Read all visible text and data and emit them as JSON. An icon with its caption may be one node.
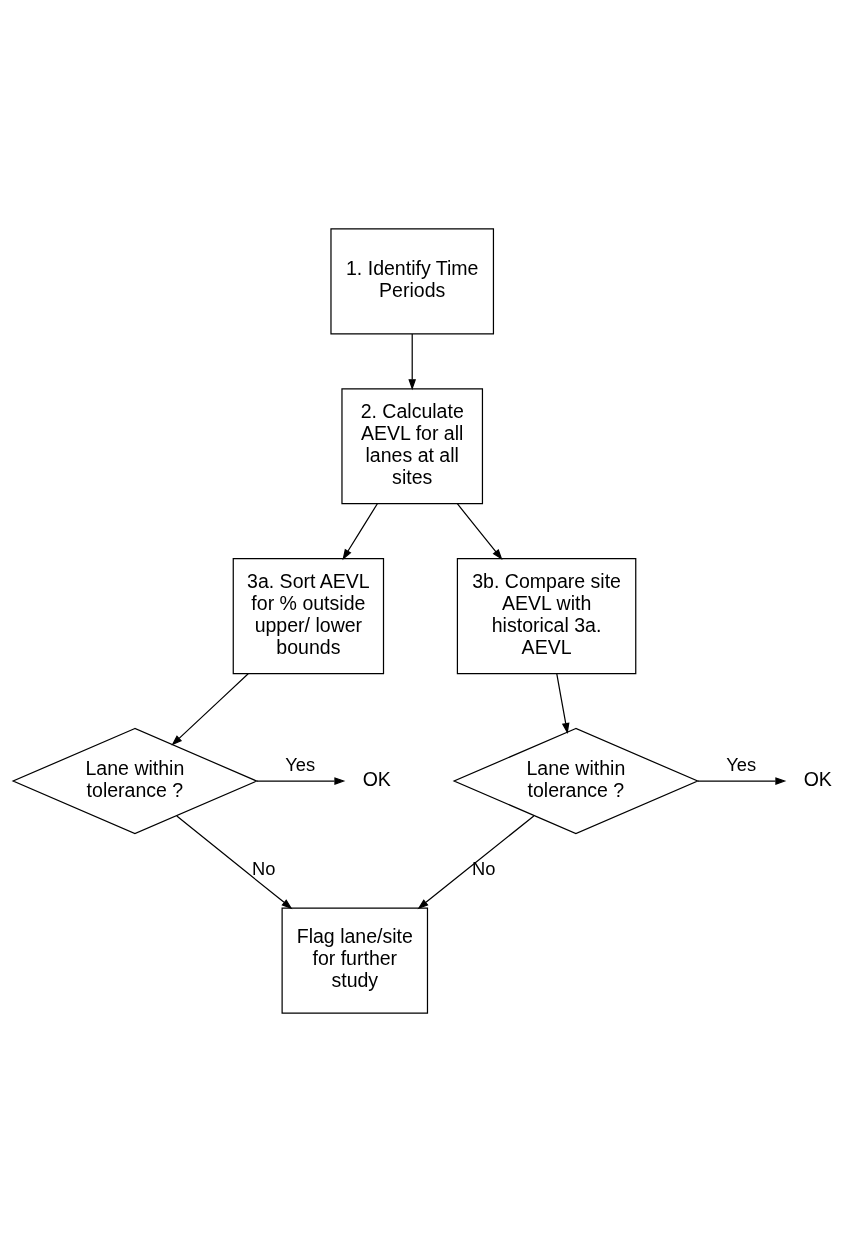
{
  "diagram": {
    "nodes": [
      {
        "text": [
          "1. Identify Time Periods"
        ]
      },
      {
        "text": [
          "2. Calculate AEVL for all lanes at all sites"
        ]
      },
      {
        "text": [
          "3a. Sort AEVL for % outside upper/ lower bounds"
        ]
      },
      {
        "text": [
          "3b. Compare site AEVL with historical 3a. AEVL"
        ]
      },
      {
        "text": [
          "Lane within tolerance ?"
        ]
      },
      {
        "text": [
          "Lane within tolerance ?"
        ]
      },
      {
        "text": [
          "OK"
        ]
      },
      {
        "text": [
          "OK"
        ]
      },
      {
        "text": [
          "Flag lane/site for further study"
        ]
      }
    ],
    "edges": [
      {
        "from": 0,
        "to": 1,
        "arrow": "to"
      },
      {
        "from": 1,
        "to": 2,
        "arrow": "to"
      },
      {
        "from": 1,
        "to": 3,
        "arrow": "to"
      },
      {
        "from": 2,
        "to": 4,
        "arrow": "to"
      },
      {
        "from": 3,
        "to": 5,
        "arrow": "to"
      },
      {
        "from": 4,
        "to": 6,
        "arrow": "to",
        "label": "Yes"
      },
      {
        "from": 5,
        "to": 7,
        "arrow": "to",
        "label": "Yes"
      },
      {
        "from": 4,
        "to": 8,
        "arrow": "to",
        "label": "No"
      },
      {
        "from": 5,
        "to": 8,
        "arrow": "to",
        "label": "No"
      }
    ]
  }
}
